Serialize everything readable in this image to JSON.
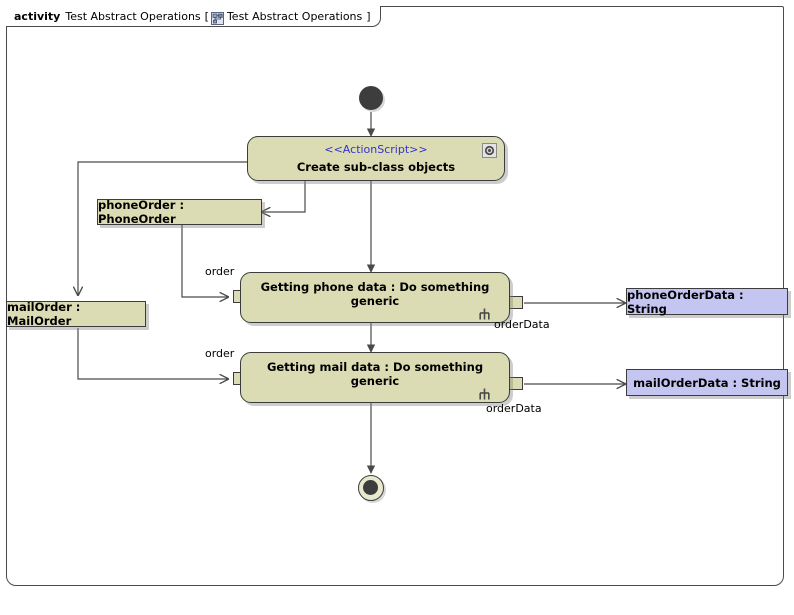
{
  "frame": {
    "keyword": "activity",
    "name": "Test Abstract Operations",
    "bracket_open": "[",
    "icon": "activity-diagram-icon",
    "inner_name": "Test Abstract Operations",
    "bracket_close": "]"
  },
  "nodes": {
    "initial": {
      "name": "initial-node"
    },
    "final": {
      "name": "activity-final-node"
    },
    "create": {
      "stereotype": "<<ActionScript>>",
      "label": "Create sub-class objects",
      "icon": "gear-icon"
    },
    "phone_action": {
      "label": "Getting phone data : Do something generic",
      "icon": "rake-icon"
    },
    "mail_action": {
      "label": "Getting mail data : Do something generic",
      "icon": "rake-icon"
    }
  },
  "objects": {
    "phone_order": {
      "label": "phoneOrder : PhoneOrder",
      "color": "#dcdcb4"
    },
    "mail_order": {
      "label": "mailOrder : MailOrder",
      "color": "#dcdcb4"
    },
    "phone_order_data": {
      "label": "phoneOrderData : String",
      "color": "#c5c5f2"
    },
    "mail_order_data": {
      "label": "mailOrderData : String",
      "color": "#c5c5f2"
    }
  },
  "edge_labels": {
    "order_phone": "order",
    "order_mail": "order",
    "order_data_phone": "orderData",
    "order_data_mail": "orderData"
  },
  "colors": {
    "action_fill": "#dcdcb4",
    "object_fill": "#c5c5f2",
    "stereotype_text": "#3333cc",
    "line": "#3c3c3c",
    "canvas": "#ffffff"
  }
}
